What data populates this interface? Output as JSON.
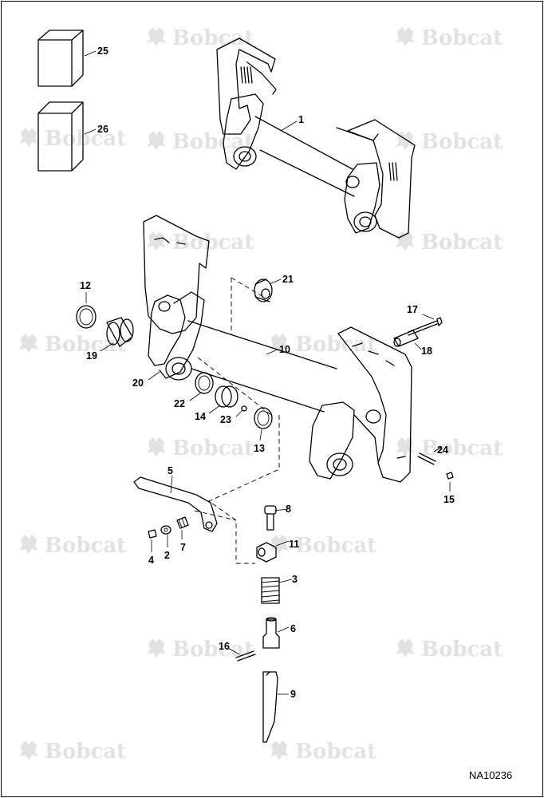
{
  "watermark": {
    "text": "Bobcat"
  },
  "drawing_code": "NA10236",
  "callouts": [
    {
      "number": "1"
    },
    {
      "number": "2"
    },
    {
      "number": "3"
    },
    {
      "number": "4"
    },
    {
      "number": "5"
    },
    {
      "number": "6"
    },
    {
      "number": "7"
    },
    {
      "number": "8"
    },
    {
      "number": "9"
    },
    {
      "number": "10"
    },
    {
      "number": "11"
    },
    {
      "number": "12"
    },
    {
      "number": "13"
    },
    {
      "number": "14"
    },
    {
      "number": "15"
    },
    {
      "number": "16"
    },
    {
      "number": "17"
    },
    {
      "number": "18"
    },
    {
      "number": "19"
    },
    {
      "number": "20"
    },
    {
      "number": "21"
    },
    {
      "number": "22"
    },
    {
      "number": "23"
    },
    {
      "number": "24"
    },
    {
      "number": "25"
    },
    {
      "number": "26"
    }
  ]
}
